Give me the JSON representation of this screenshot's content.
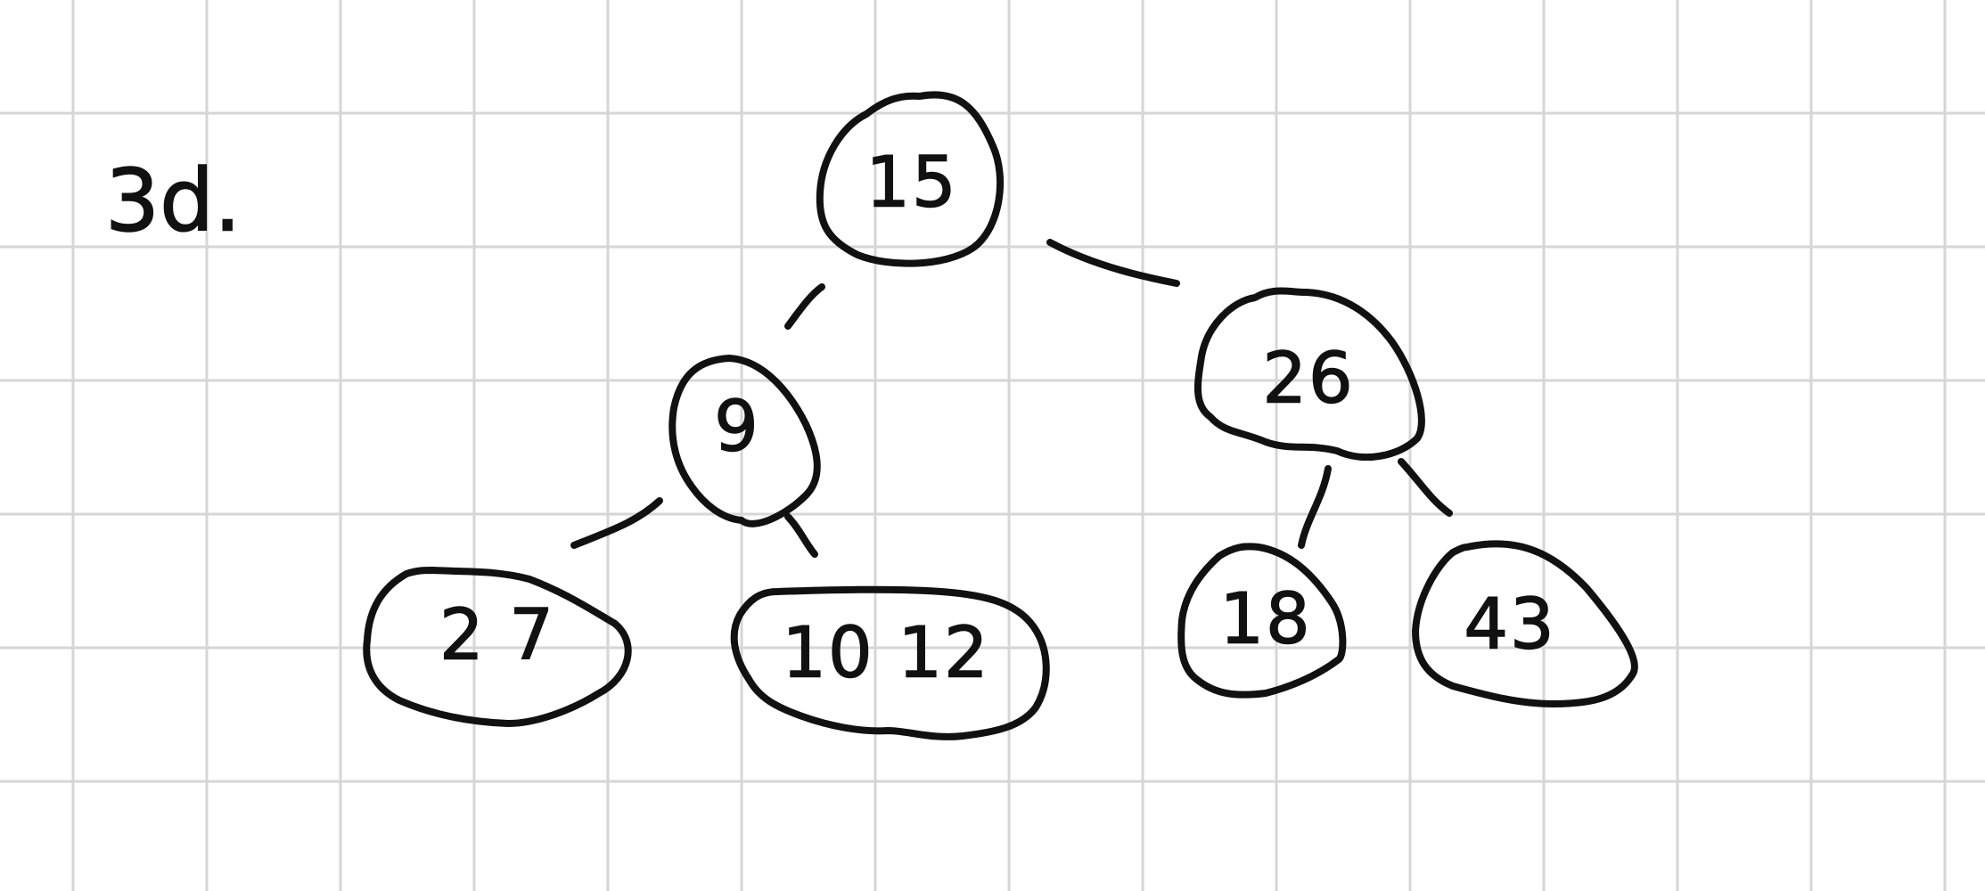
{
  "problem_label": "3d.",
  "tree": {
    "root": "15",
    "left_child": "9",
    "right_child": "26",
    "leaves": [
      {
        "keys": "2   7"
      },
      {
        "keys": "10   12"
      },
      {
        "keys": "18"
      },
      {
        "keys": "43"
      }
    ]
  }
}
